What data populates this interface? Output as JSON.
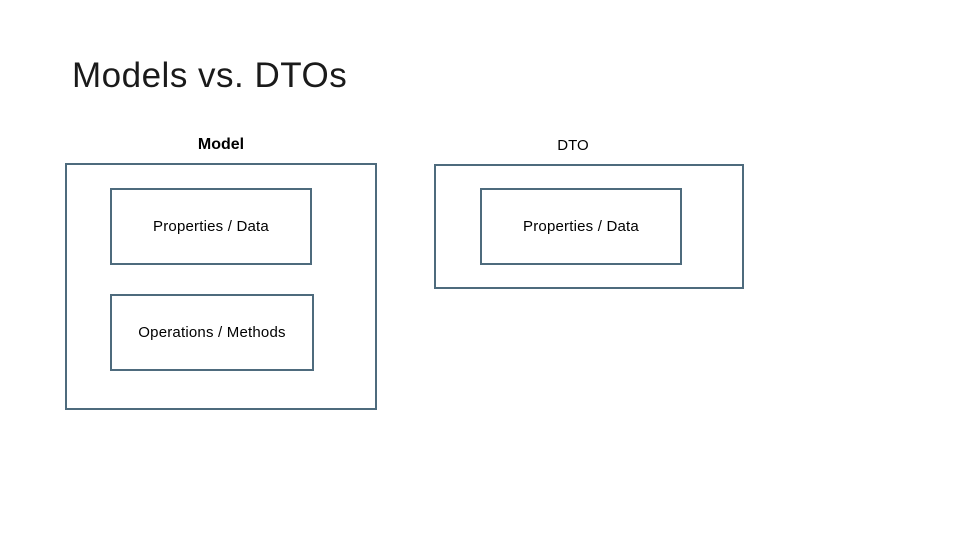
{
  "slide": {
    "title": "Models vs. DTOs",
    "colors": {
      "background": "#ffffff",
      "box_border": "#4e6b7d",
      "text": "#000000",
      "title_text": "#1a1a1a"
    },
    "diagram": {
      "model": {
        "label": "Model",
        "boxes": [
          {
            "label": "Properties / Data"
          },
          {
            "label": "Operations / Methods"
          }
        ]
      },
      "dto": {
        "label": "DTO",
        "boxes": [
          {
            "label": "Properties / Data"
          }
        ]
      }
    }
  }
}
